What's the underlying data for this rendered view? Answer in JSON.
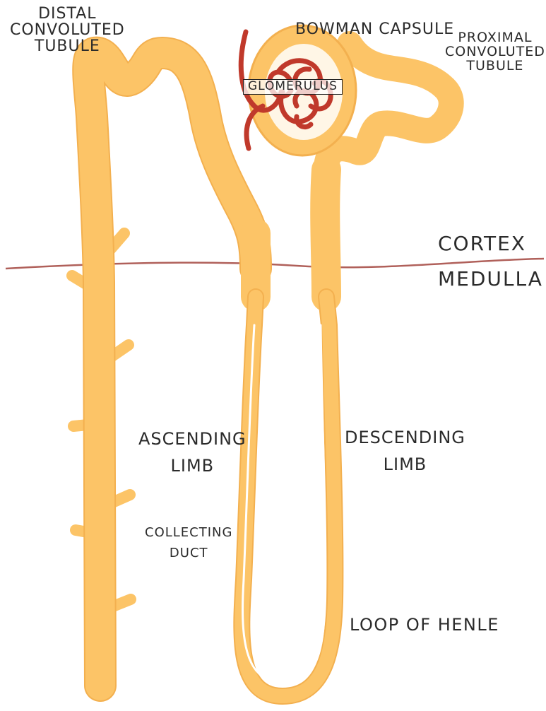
{
  "colors": {
    "tubule": "#fcc467",
    "tubule_edge": "#f3b04f",
    "vessel": "#c0392b",
    "boundary": "#b0605a",
    "text": "#2b2b2b"
  },
  "labels": {
    "distal": [
      "DISTAL",
      "CONVOLUTED",
      "TUBULE"
    ],
    "bowman": "BOWMAN CAPSULE",
    "proximal": [
      "PROXIMAL",
      "CONVOLUTED",
      "TUBULE"
    ],
    "glomerulus": "GLOMERULUS",
    "cortex": "CORTEX",
    "medulla": "MEDULLA",
    "ascending": [
      "ASCENDING",
      "LIMB"
    ],
    "descending": [
      "DESCENDING",
      "LIMB"
    ],
    "collecting": [
      "COLLECTING",
      "DUCT"
    ],
    "loop": "LOOP OF HENLE"
  }
}
